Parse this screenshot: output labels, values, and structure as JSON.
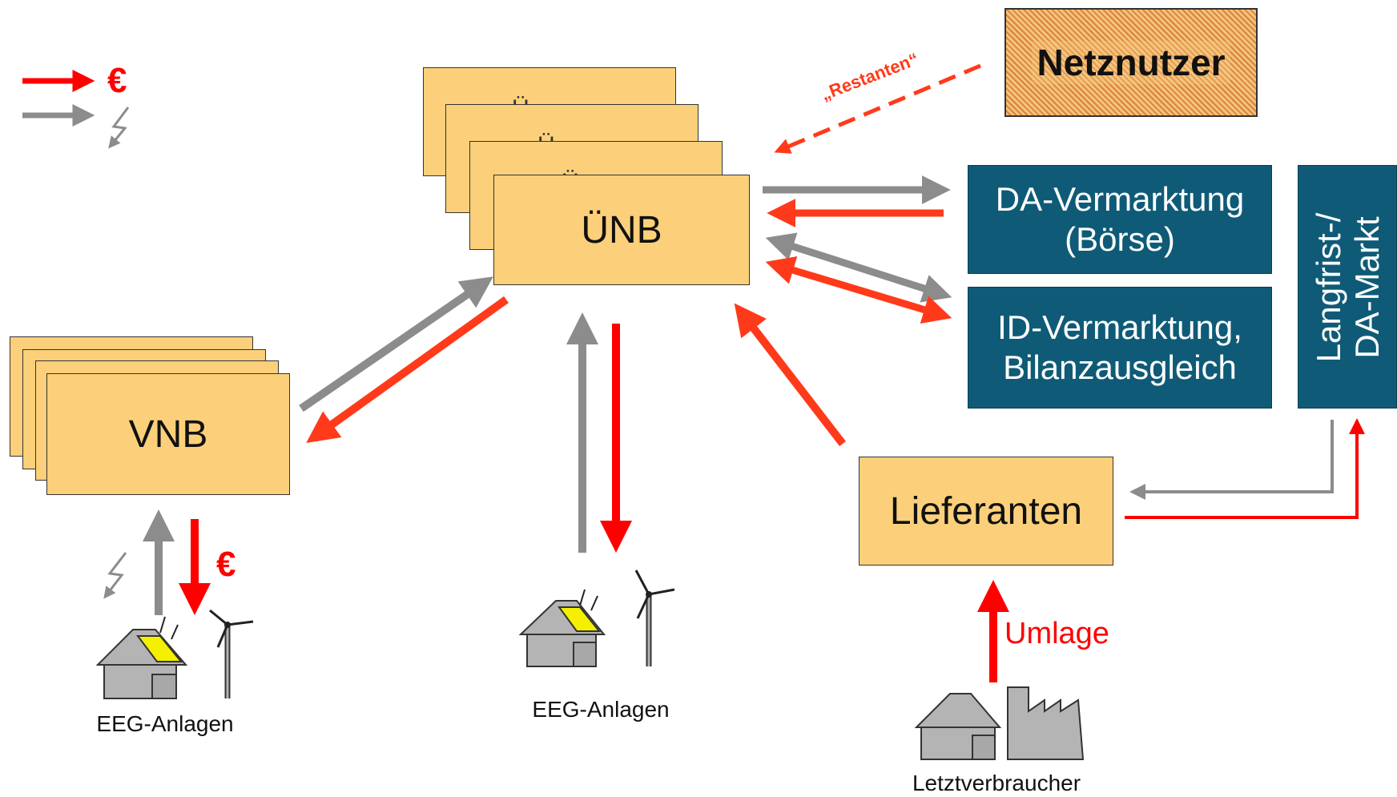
{
  "legend": {
    "money_symbol": "€",
    "power_symbol": "⚡"
  },
  "nodes": {
    "uenb": {
      "label": "ÜNB",
      "stack_marks": [
        "Ü",
        "Ü",
        "Ü"
      ]
    },
    "vnb": {
      "label": "VNB"
    },
    "lieferanten": {
      "label": "Lieferanten"
    },
    "netznutzer": {
      "label": "Netznutzer"
    },
    "da_vermarktung": {
      "line1": "DA-Vermarktung",
      "line2": "(Börse)"
    },
    "id_vermarktung": {
      "line1": "ID-Vermarktung,",
      "line2": "Bilanzausgleich"
    },
    "markt": {
      "line1": "Langfrist-/",
      "line2": "DA-Markt"
    }
  },
  "labels": {
    "restanten": "„Restanten“",
    "euro_vnb": "€",
    "umlage": "Umlage"
  },
  "captions": {
    "eeg_left": "EEG-Anlagen",
    "eeg_center": "EEG-Anlagen",
    "letztverbraucher": "Letztverbraucher"
  },
  "colors": {
    "money_arrow": "#ff0000",
    "money_arrow_alt": "#ff3a1a",
    "energy_arrow": "#8c8c8c",
    "box_fill": "#fcd07a",
    "market_fill": "#0f5b77"
  }
}
